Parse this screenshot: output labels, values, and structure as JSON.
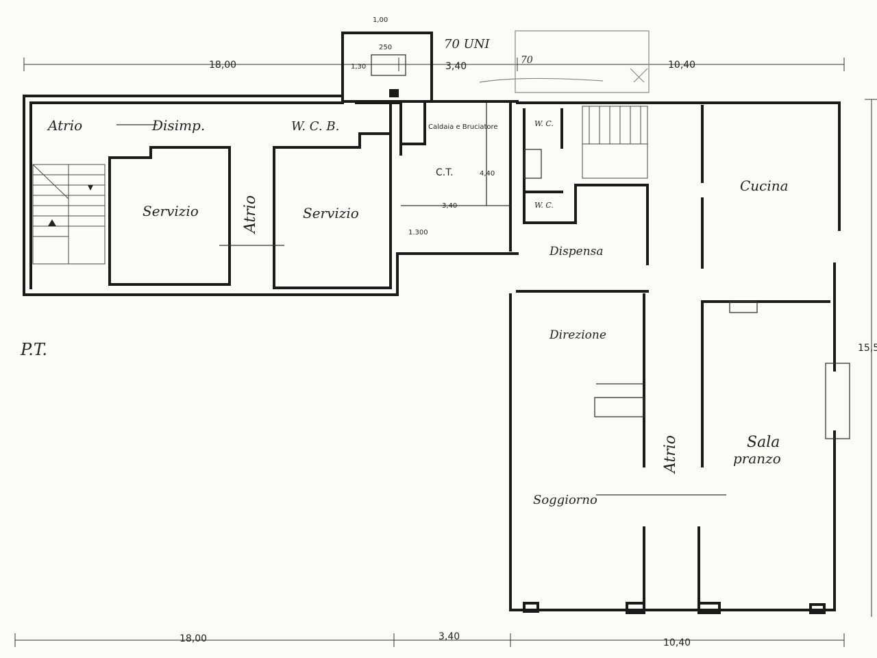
{
  "plan_label": "P.T.",
  "rooms": {
    "atrio_left": "Atrio",
    "disimpegno": "Disimp.",
    "wcb": "W. C. B.",
    "servizio_left": "Servizio",
    "atrio_vertical": "Atrio",
    "servizio_right": "Servizio",
    "caldaia": "Caldaia e Bruciatore",
    "ct": "C.T.",
    "wc_top": "W. C.",
    "wc_bottom": "W. C.",
    "cucina": "Cucina",
    "dispensa": "Dispensa",
    "direzione": "Direzione",
    "atrio_right": "Atrio",
    "sala": "Sala",
    "pranzo": "pranzo",
    "soggiorno": "Soggiorno"
  },
  "dimensions": {
    "top_left": "18,00",
    "top_mid": "3,40",
    "top_right": "10,40",
    "box_width": "250",
    "box_depth": "1,30",
    "box_top": "1,00",
    "ct_height": "4,40",
    "ct_width": "3,40",
    "level": "1.300",
    "bottom_left": "18,00",
    "bottom_mid": "3,40",
    "bottom_right": "10,40",
    "right_side": "15,5"
  },
  "annotations": {
    "pencil_a": "70 UNI",
    "pencil_b": "70"
  }
}
